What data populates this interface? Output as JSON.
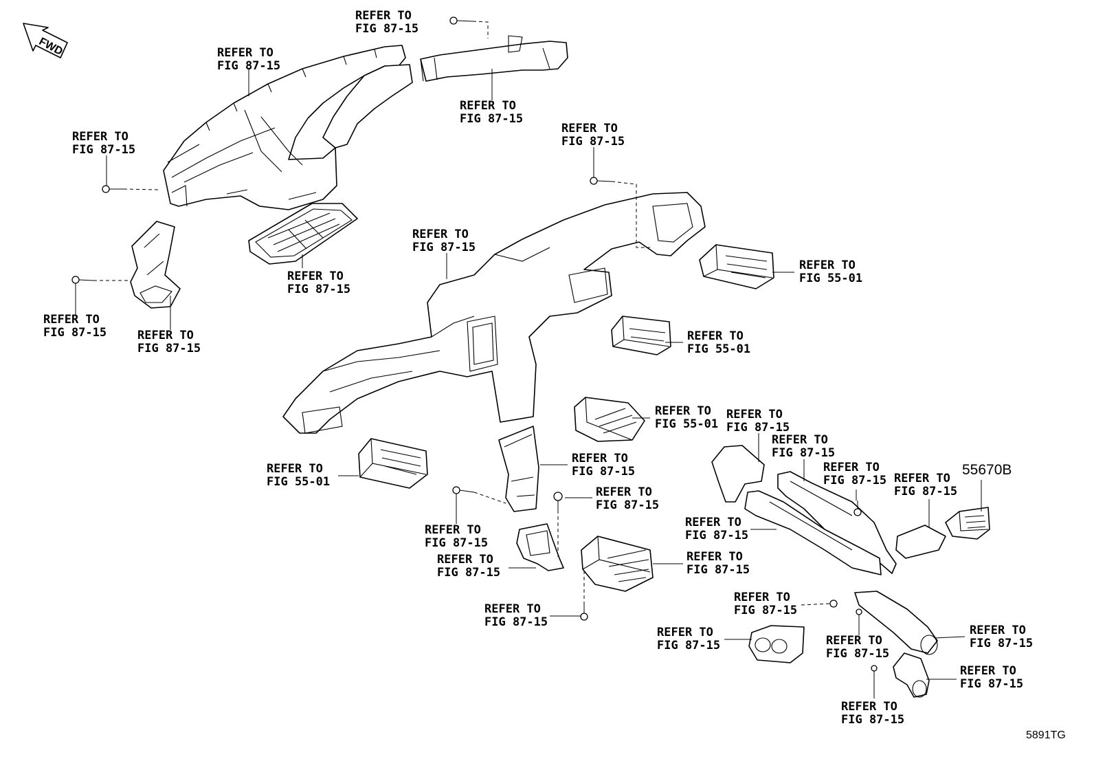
{
  "diagram": {
    "refer_line1": "REFER TO",
    "labels": [
      {
        "id": "lbl-top-screw",
        "line2": "FIG 87-15"
      },
      {
        "id": "lbl-duct-center",
        "line2": "FIG 87-15"
      },
      {
        "id": "lbl-right-duct-top",
        "line2": "FIG 87-15"
      },
      {
        "id": "lbl-left-screw",
        "line2": "FIG 87-15"
      },
      {
        "id": "lbl-grille",
        "line2": "FIG 87-15"
      },
      {
        "id": "lbl-left-screw-2",
        "line2": "FIG 87-15"
      },
      {
        "id": "lbl-left-duct",
        "line2": "FIG 87-15"
      },
      {
        "id": "lbl-main-screw",
        "line2": "FIG 87-15"
      },
      {
        "id": "lbl-main-duct",
        "line2": "FIG 87-15"
      },
      {
        "id": "lbl-vent-right",
        "line2": "FIG 55-01"
      },
      {
        "id": "lbl-vent-center-r",
        "line2": "FIG 55-01"
      },
      {
        "id": "lbl-vent-center-l",
        "line2": "FIG 55-01"
      },
      {
        "id": "lbl-vent-left",
        "line2": "FIG 55-01"
      },
      {
        "id": "lbl-lower-duct",
        "line2": "FIG 87-15"
      },
      {
        "id": "lbl-clip",
        "line2": "FIG 87-15"
      },
      {
        "id": "lbl-screw-lower",
        "line2": "FIG 87-15"
      },
      {
        "id": "lbl-bracket",
        "line2": "FIG 87-15"
      },
      {
        "id": "lbl-screw-bottom",
        "line2": "FIG 87-15"
      },
      {
        "id": "lbl-rear-vent",
        "line2": "FIG 87-15"
      },
      {
        "id": "lbl-rdsm-1",
        "line2": "FIG 87-15"
      },
      {
        "id": "lbl-rdsm-2",
        "line2": "FIG 87-15"
      },
      {
        "id": "lbl-rdsm-screw",
        "line2": "FIG 87-15"
      },
      {
        "id": "lbl-rdsm-3",
        "line2": "FIG 87-15"
      },
      {
        "id": "lbl-rdsm-end",
        "line2": "FIG 87-15"
      },
      {
        "id": "lbl-nut",
        "line2": "FIG 87-15"
      },
      {
        "id": "lbl-twin",
        "line2": "FIG 87-15"
      },
      {
        "id": "lbl-elbow-screw",
        "line2": "FIG 87-15"
      },
      {
        "id": "lbl-elbow-duct",
        "line2": "FIG 87-15"
      },
      {
        "id": "lbl-elbow",
        "line2": "FIG 87-15"
      },
      {
        "id": "lbl-bottom-screw",
        "line2": "FIG 87-15"
      }
    ],
    "part_number": "55670B",
    "fwd_label": "FWD",
    "drawing_code": "5891TG"
  }
}
